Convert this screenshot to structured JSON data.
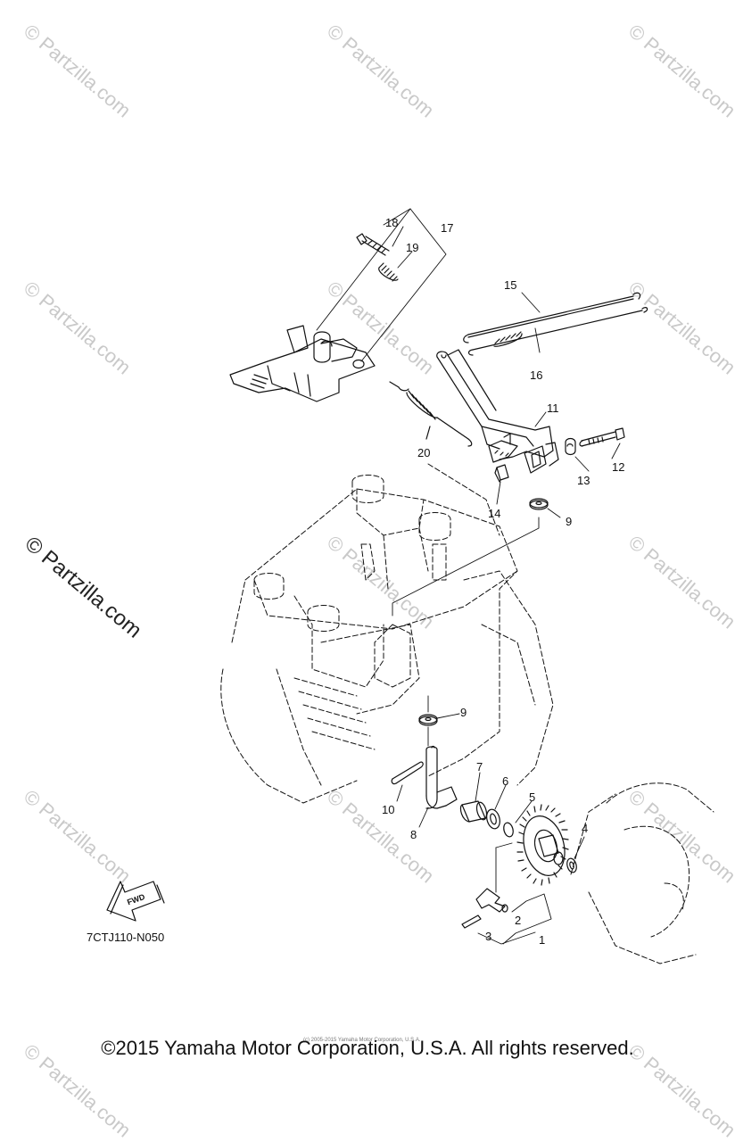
{
  "watermark": {
    "text": "© Partzilla.com",
    "light_text": "© Partzilla.com"
  },
  "callouts": [
    "18",
    "17",
    "19",
    "15",
    "16",
    "11",
    "12",
    "13",
    "20",
    "14",
    "9",
    "9",
    "7",
    "6",
    "5",
    "4",
    "10",
    "8",
    "2",
    "3",
    "1"
  ],
  "diagram_code": "7CTJ110-N050",
  "fwd_label": "FWD",
  "fine_print": "(c) 2005-2015 Yamaha Motor Corporation, U.S.A.",
  "copyright": "©2015 Yamaha Motor Corporation, U.S.A. All rights reserved."
}
